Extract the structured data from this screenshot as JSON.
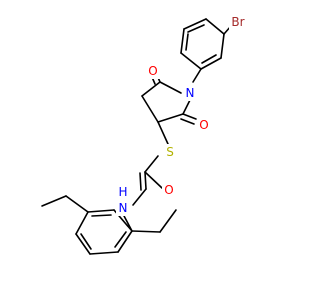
{
  "colors": {
    "background": "#ffffff",
    "bond": "#000000",
    "oxygen": "#ff0000",
    "nitrogen": "#0000ff",
    "sulfur": "#b2b200",
    "bromine": "#a52a2a"
  },
  "atoms": {
    "bromine": "Br",
    "nitrogen_imide": "N",
    "oxygen_imide_top": "O",
    "oxygen_imide_right": "O",
    "sulfur": "S",
    "oxygen_amide": "O",
    "nitrogen_amide": "N",
    "hydrogen_amide": "H"
  }
}
